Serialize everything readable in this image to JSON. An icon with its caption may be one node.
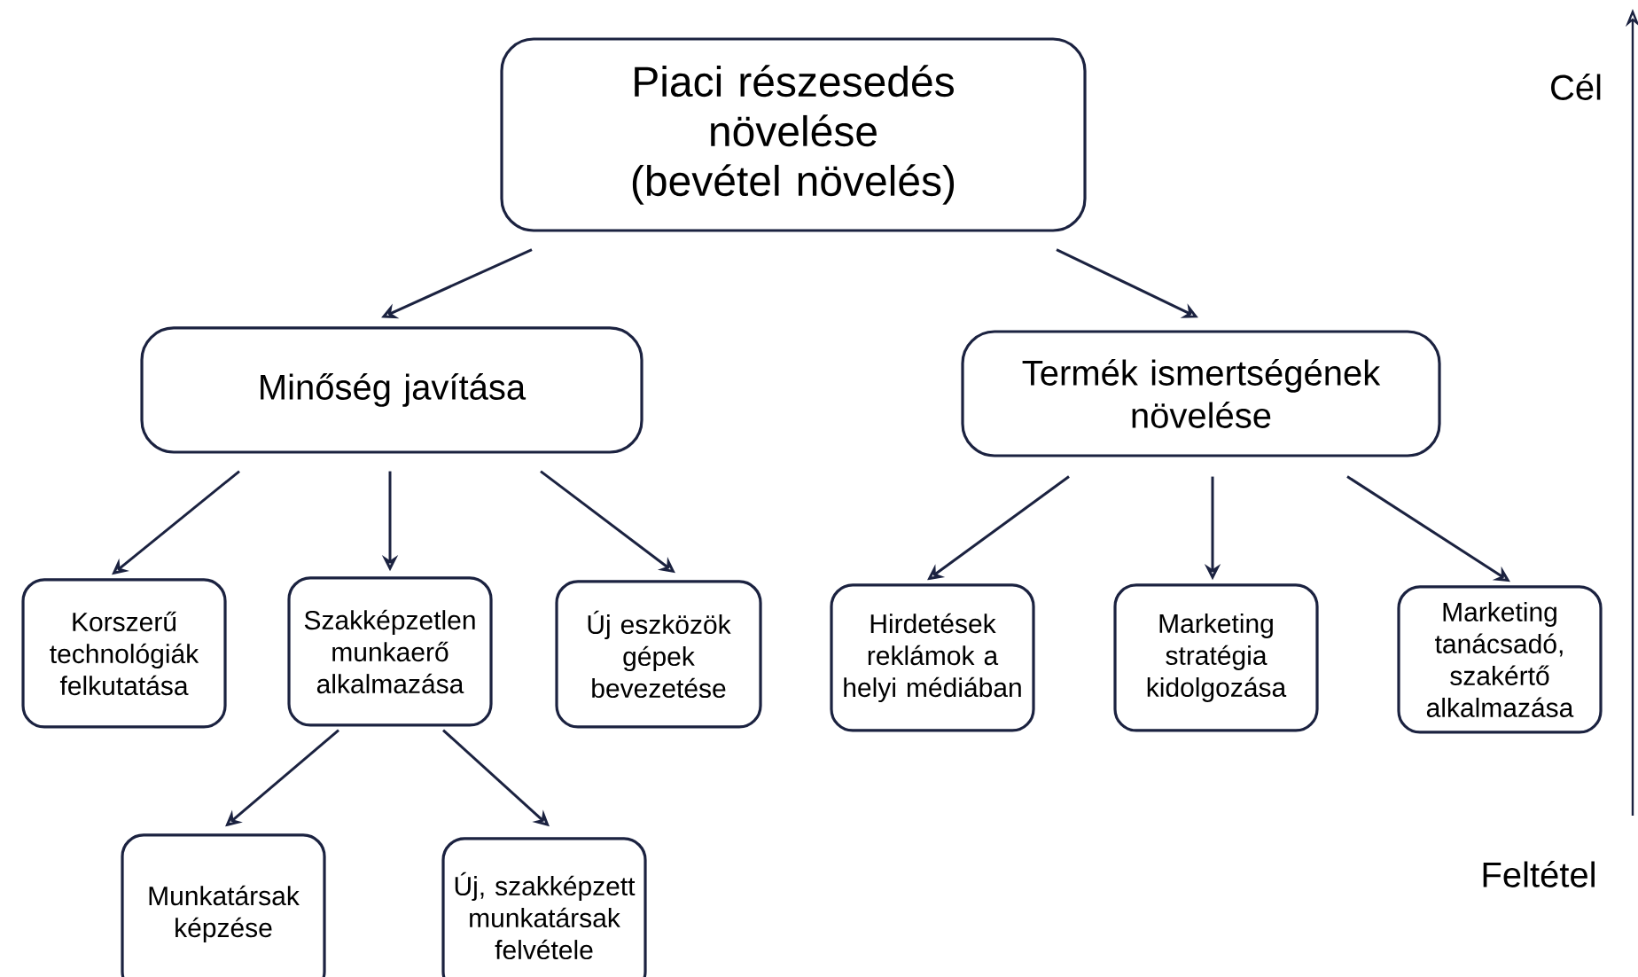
{
  "diagram": {
    "nodes": [
      {
        "text": [
          "Piaci részesedés növelése (bevétel növelés)"
        ]
      },
      {
        "text": [
          "Minőség javítása"
        ]
      },
      {
        "text": [
          "Termék ismertségének növelése"
        ]
      },
      {
        "text": [
          "Korszerű technológiák felkutatása"
        ]
      },
      {
        "text": [
          "Szakképzetlen munkaerő alkalmazása"
        ]
      },
      {
        "text": [
          "Új eszközök gépek bevezetése"
        ]
      },
      {
        "text": [
          "Hirdetések reklámok a helyi médiában"
        ]
      },
      {
        "text": [
          "Marketing stratégia kidolgozása"
        ]
      },
      {
        "text": [
          "Marketing tanácsadó, szakértő alkalmazása"
        ]
      },
      {
        "text": [
          "Munkatársak képzése"
        ]
      },
      {
        "text": [
          "Új, szakképzett munkatársak felvétele"
        ]
      }
    ],
    "edges": [
      {
        "from": 0,
        "to": 1,
        "arrow": "to"
      },
      {
        "from": 0,
        "to": 2,
        "arrow": "to"
      },
      {
        "from": 1,
        "to": 3,
        "arrow": "to"
      },
      {
        "from": 1,
        "to": 4,
        "arrow": "to"
      },
      {
        "from": 1,
        "to": 5,
        "arrow": "to"
      },
      {
        "from": 2,
        "to": 6,
        "arrow": "to"
      },
      {
        "from": 2,
        "to": 7,
        "arrow": "to"
      },
      {
        "from": 2,
        "to": 8,
        "arrow": "to"
      },
      {
        "from": 4,
        "to": 9,
        "arrow": "to"
      },
      {
        "from": 4,
        "to": 10,
        "arrow": "to"
      }
    ],
    "labels": [
      "Cél",
      "Feltétel"
    ]
  }
}
